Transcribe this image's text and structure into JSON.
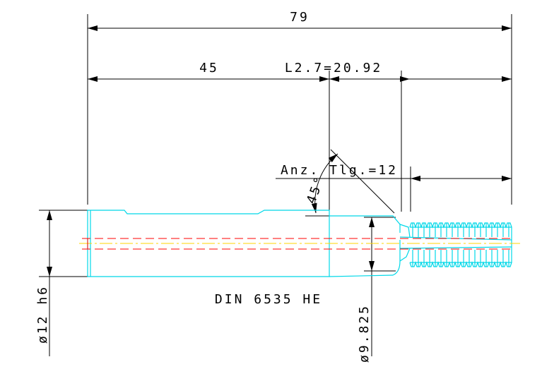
{
  "drawing": {
    "overall_length": "79",
    "shank_length": "45",
    "thread_length": "L2.7=20.92",
    "thread_count": "Anz. Tlg.=12",
    "chamfer_angle": "45°",
    "standard": "DIN 6535 HE",
    "shank_diameter": "ø12 h6",
    "neck_diameter": "ø9.825"
  },
  "colors": {
    "outline": "#00d8e8",
    "centerline": "#ff0000",
    "axis": "#ffd400",
    "dimension": "#000000"
  }
}
